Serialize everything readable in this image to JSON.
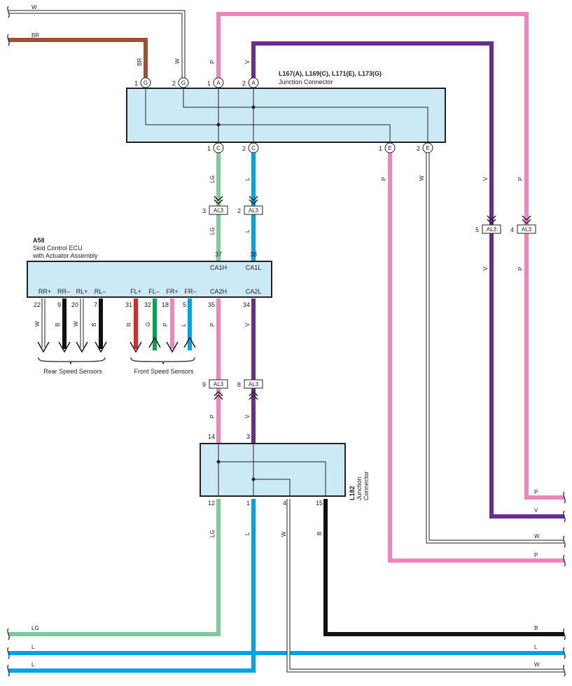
{
  "colors": {
    "W": "#ffffff",
    "BR": "#a0502e",
    "P": "#ee86bd",
    "V": "#6a2c90",
    "LG": "#80c99a",
    "L": "#00a4e4",
    "B": "#111111",
    "R": "#e32328",
    "G": "#00a651",
    "box_fill": "#cce9f6"
  },
  "top_connector": {
    "title": "L167(A), L169(C), L171(E), L173(G)",
    "subtitle": "Junction Connector"
  },
  "ecu": {
    "code": "A58",
    "name1": "Skid Control ECU",
    "name2": "with Actuator Assembly"
  },
  "bottom_connector": {
    "code": "L182",
    "name1": "Junction",
    "name2": "Connector"
  },
  "groups": {
    "rear": "Rear Speed Sensors",
    "front": "Front Speed Sensors"
  },
  "inline": {
    "name": "AL3",
    "lg_upper": "3",
    "l_upper": "2",
    "v_right": "5",
    "p_right": "4",
    "p_lower": "9",
    "v_lower": "8"
  },
  "tc_pins": {
    "g1": "1",
    "g1_letter": "G",
    "g2": "2",
    "g2_letter": "G",
    "a1": "1",
    "a1_letter": "A",
    "a2": "2",
    "a2_letter": "A",
    "c1": "1",
    "c1_letter": "C",
    "c2": "2",
    "c2_letter": "C",
    "e1": "1",
    "e1_letter": "E",
    "e2": "2",
    "e2_letter": "E"
  },
  "ecu_pins": {
    "ca1h_num": "37",
    "ca1h": "CA1H",
    "ca1l_num": "38",
    "ca1l": "CA1L",
    "ca2h": "CA2H",
    "ca2l": "CA2L",
    "ca2h_num": "35",
    "ca2l_num": "34",
    "rr_plus": "RR+",
    "rr_minus": "RR–",
    "rl_plus": "RL+",
    "rl_minus": "RL–",
    "fl_plus": "FL+",
    "fl_minus": "FL–",
    "fr_plus": "FR+",
    "fr_minus": "FR–",
    "rr_plus_num": "22",
    "rr_minus_num": "9",
    "rl_plus_num": "20",
    "rl_minus_num": "7",
    "fl_plus_num": "31",
    "fl_minus_num": "32",
    "fr_plus_num": "18",
    "fr_minus_num": "5"
  },
  "bc_pins": {
    "p14": "14",
    "p3": "3",
    "p12": "12",
    "p1": "1",
    "p4": "4",
    "p15": "15"
  },
  "wire_labels": {
    "w_top": "W",
    "br_top": "BR",
    "br_v": "BR",
    "w_v": "W",
    "p_v": "P",
    "v_v": "V",
    "lg_a": "LG",
    "l_a": "L",
    "lg_b": "LG",
    "l_b": "L",
    "p_e": "P",
    "w_e": "W",
    "v_r1": "V",
    "p_r1": "P",
    "v_r2": "V",
    "p_r2": "P",
    "rr_plus_c": "W",
    "rr_minus_c": "B",
    "rl_plus_c": "W",
    "rl_minus_c": "B",
    "fl_plus_c": "R",
    "fl_minus_c": "G",
    "fr_plus_c": "P",
    "fr_minus_c": "L",
    "p_d1": "P",
    "v_d1": "V",
    "p_d2": "P",
    "v_d2": "V",
    "lg_c": "LG",
    "l_c": "L",
    "w_c": "W",
    "b_c": "B",
    "out_p1": "P",
    "out_v": "V",
    "out_w1": "W",
    "out_p2": "P",
    "lg_bot": "LG",
    "l_bot1": "L",
    "l_bot2": "L",
    "b_bot": "B",
    "l_bot_r": "L",
    "w_bot_r": "W"
  }
}
